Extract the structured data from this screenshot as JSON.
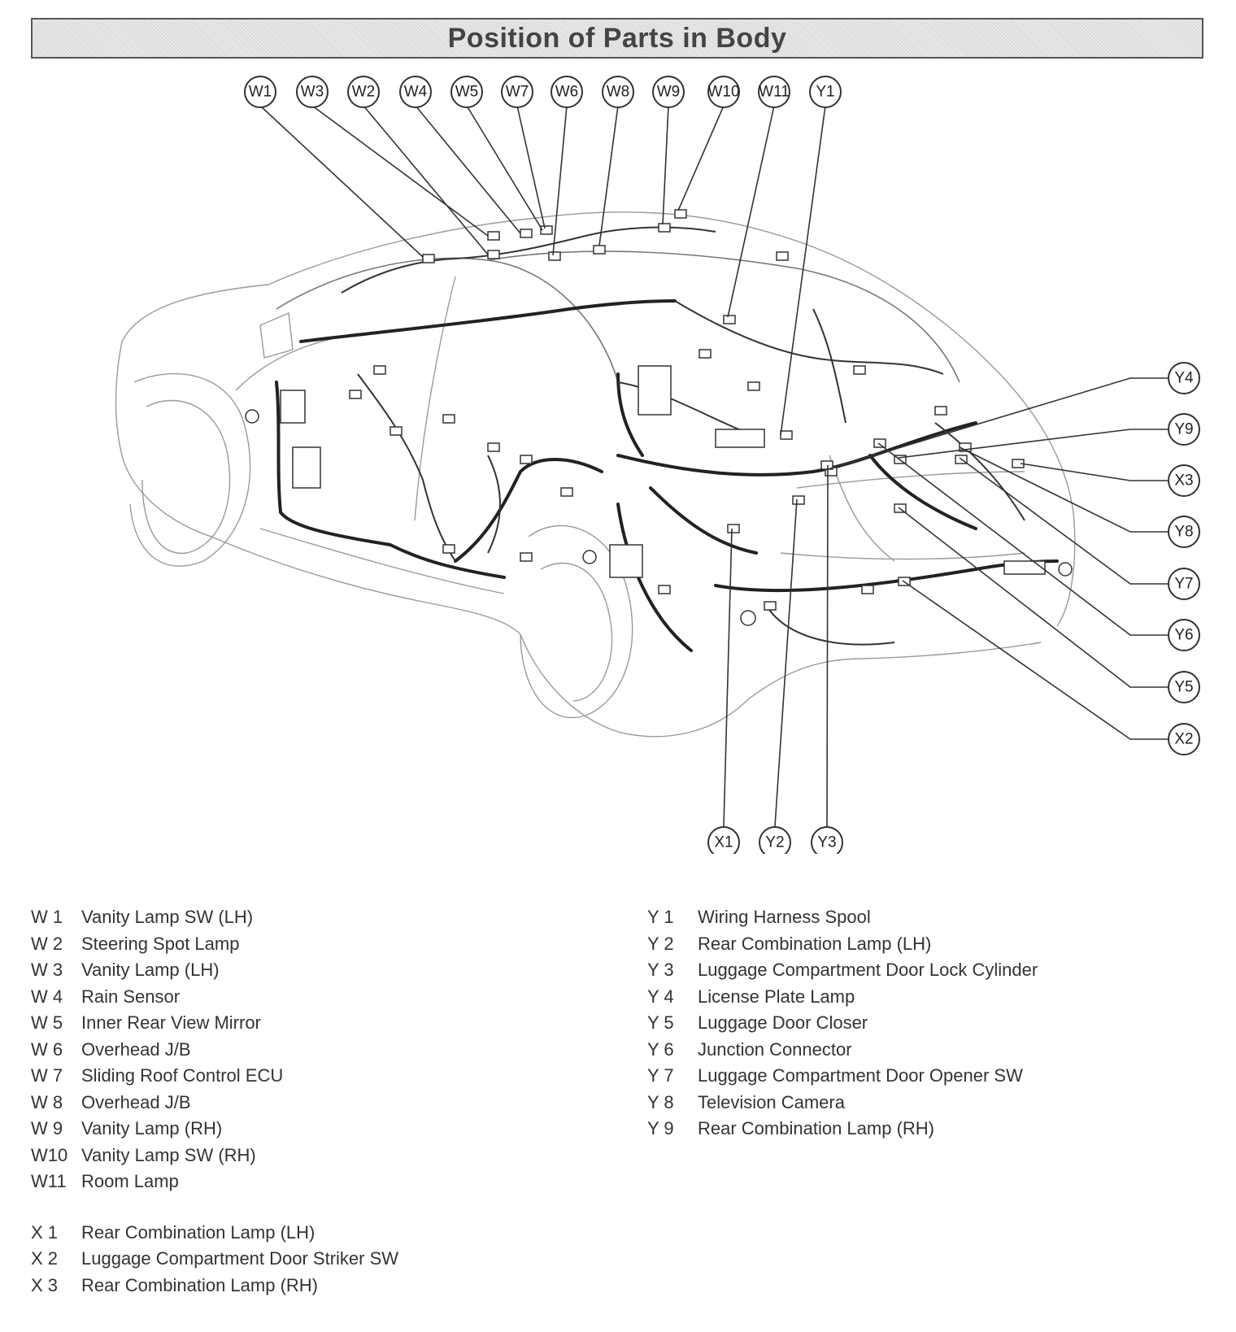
{
  "title": "Position of Parts in Body",
  "callouts": {
    "top": [
      "W1",
      "W3",
      "W2",
      "W4",
      "W5",
      "W7",
      "W6",
      "W8",
      "W9",
      "W10",
      "W11",
      "Y1"
    ],
    "right": [
      "Y4",
      "Y9",
      "X3",
      "Y8",
      "Y7",
      "Y6",
      "Y5",
      "X2"
    ],
    "bottom": [
      "X1",
      "Y2",
      "Y3"
    ]
  },
  "legend": {
    "w": [
      {
        "code": "W 1",
        "name": "Vanity Lamp SW (LH)"
      },
      {
        "code": "W 2",
        "name": "Steering Spot Lamp"
      },
      {
        "code": "W 3",
        "name": "Vanity Lamp (LH)"
      },
      {
        "code": "W 4",
        "name": "Rain Sensor"
      },
      {
        "code": "W 5",
        "name": "Inner Rear View Mirror"
      },
      {
        "code": "W 6",
        "name": "Overhead J/B"
      },
      {
        "code": "W 7",
        "name": "Sliding Roof Control ECU"
      },
      {
        "code": "W 8",
        "name": "Overhead J/B"
      },
      {
        "code": "W 9",
        "name": "Vanity Lamp (RH)"
      },
      {
        "code": "W10",
        "name": "Vanity Lamp SW (RH)"
      },
      {
        "code": "W11",
        "name": "Room Lamp"
      }
    ],
    "x": [
      {
        "code": "X  1",
        "name": "Rear Combination Lamp (LH)"
      },
      {
        "code": "X  2",
        "name": "Luggage Compartment Door Striker SW"
      },
      {
        "code": "X  3",
        "name": "Rear Combination Lamp (RH)"
      }
    ],
    "y": [
      {
        "code": "Y  1",
        "name": "Wiring Harness Spool"
      },
      {
        "code": "Y  2",
        "name": "Rear Combination Lamp (LH)"
      },
      {
        "code": "Y  3",
        "name": "Luggage Compartment Door Lock Cylinder"
      },
      {
        "code": "Y  4",
        "name": "License Plate Lamp"
      },
      {
        "code": "Y  5",
        "name": "Luggage Door Closer"
      },
      {
        "code": "Y  6",
        "name": "Junction Connector"
      },
      {
        "code": "Y  7",
        "name": "Luggage Compartment Door Opener SW"
      },
      {
        "code": "Y  8",
        "name": "Television Camera"
      },
      {
        "code": "Y  9",
        "name": "Rear Combination Lamp (RH)"
      }
    ]
  }
}
